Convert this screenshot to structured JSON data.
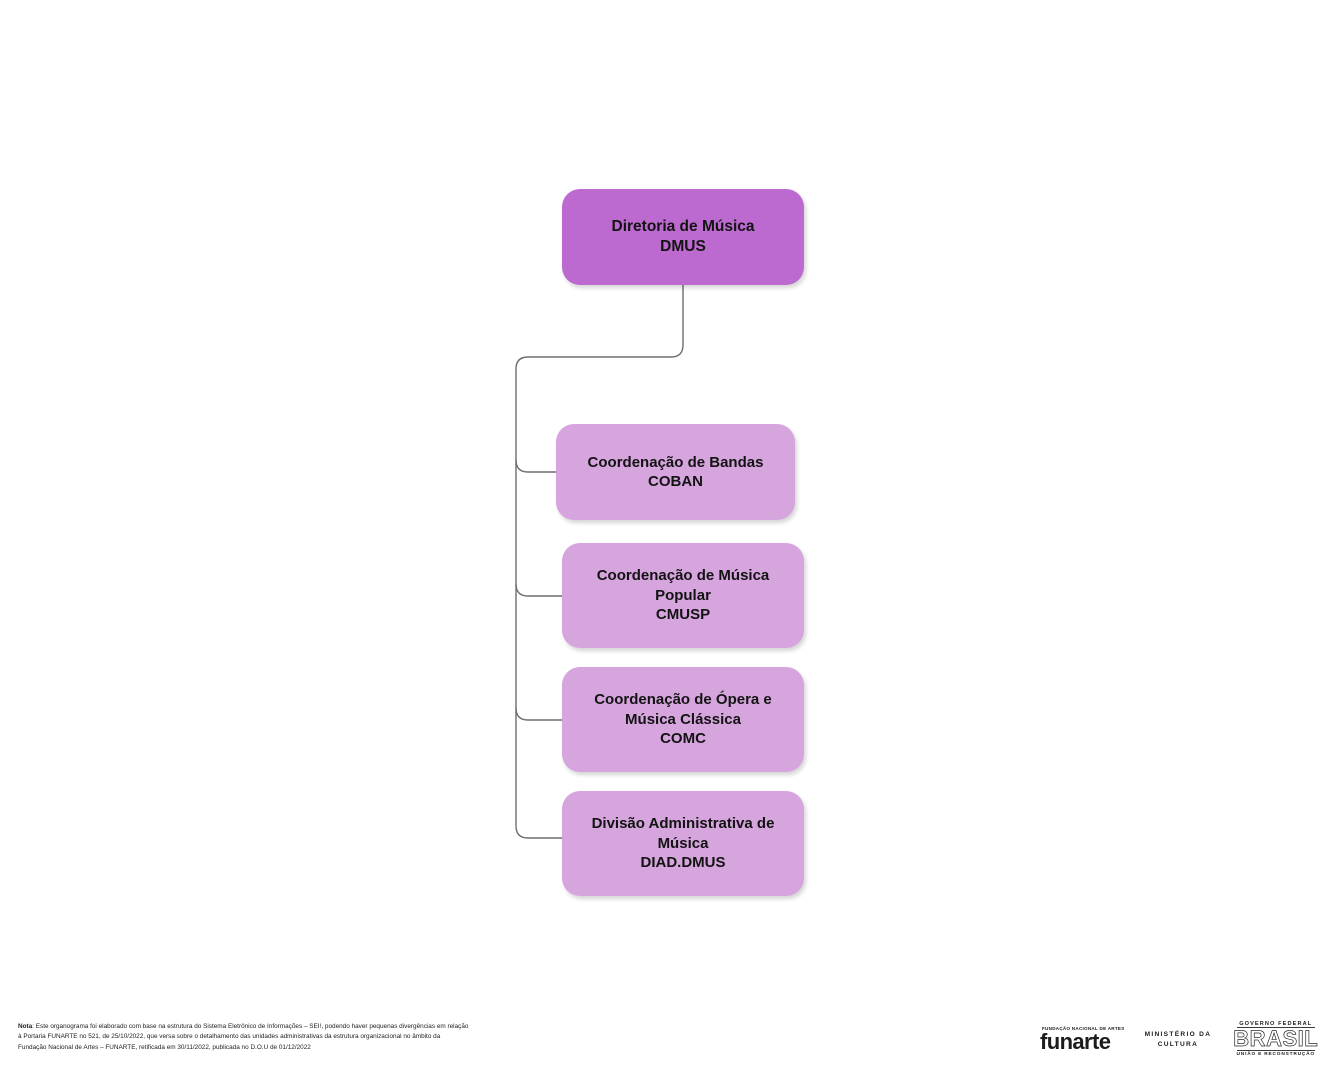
{
  "document": {
    "title": "Organograma - Diretoria de Música (DMUS) - FUNARTE"
  },
  "chart_data": {
    "type": "diagram",
    "diagram_kind": "organizational-chart",
    "orientation": "vertical-left-spine",
    "root": {
      "id": "dmus",
      "name": "Diretoria de Música",
      "acronym": "DMUS",
      "label": "Diretoria de Música\nDMUS",
      "level": 1,
      "color": "#bd6ad0"
    },
    "children": [
      {
        "id": "coban",
        "name": "Coordenação de Bandas",
        "acronym": "COBAN",
        "label": "Coordenação de Bandas\nCOBAN",
        "level": 2,
        "color": "#d6a5de",
        "parent": "dmus"
      },
      {
        "id": "cmusp",
        "name": "Coordenação de Música Popular",
        "acronym": "CMUSP",
        "label": "Coordenação de Música Popular\nCMUSP",
        "level": 2,
        "color": "#d6a5de",
        "parent": "dmus"
      },
      {
        "id": "comc",
        "name": "Coordenação de Ópera e Música Clássica",
        "acronym": "COMC",
        "label": "Coordenação de Ópera e Música Clássica\nCOMC",
        "level": 2,
        "color": "#d6a5de",
        "parent": "dmus"
      },
      {
        "id": "diad_dmus",
        "name": "Divisão Administrativa de Música",
        "acronym": "DIAD.DMUS",
        "label": "Divisão Administrativa de Música\nDIAD.DMUS",
        "level": 2,
        "color": "#d6a5de",
        "parent": "dmus"
      }
    ],
    "connector_color": "#6e6e6e",
    "background": "#ffffff"
  },
  "nodes": {
    "root_label": "Diretoria de Música\nDMUS",
    "coban_label": "Coordenação de Bandas\nCOBAN",
    "cmusp_label": "Coordenação de Música\nPopular\nCMUSP",
    "comc_label": "Coordenação de Ópera e\nMúsica Clássica\nCOMC",
    "diad_label": "Divisão Administrativa de\nMúsica\nDIAD.DMUS"
  },
  "footnote": {
    "prefix": "Nota",
    "text": ": Este organograma foi elaborado com base na estrutura do Sistema Eletrônico de Informações – SEI!, podendo haver pequenas divergências em relação à Portaria FUNARTE no 521, de 25/10/2022, que versa sobre o detalhamento das unidades administrativas da estrutura organizacional no âmbito da Fundação Nacional de Artes – FUNARTE, retificada em 30/11/2022, publicada no D.O.U de 01/12/2022"
  },
  "logos": {
    "funarte_tagline": "FUNDAÇÃO NACIONAL DE ARTES",
    "funarte_wordmark": "funarte",
    "ministry_line1": "MINISTÉRIO DA",
    "ministry_line2": "CULTURA",
    "gov_top": "GOVERNO FEDERAL",
    "gov_brasil": "BRASIL",
    "gov_bottom": "UNIÃO E RECONSTRUÇÃO"
  }
}
